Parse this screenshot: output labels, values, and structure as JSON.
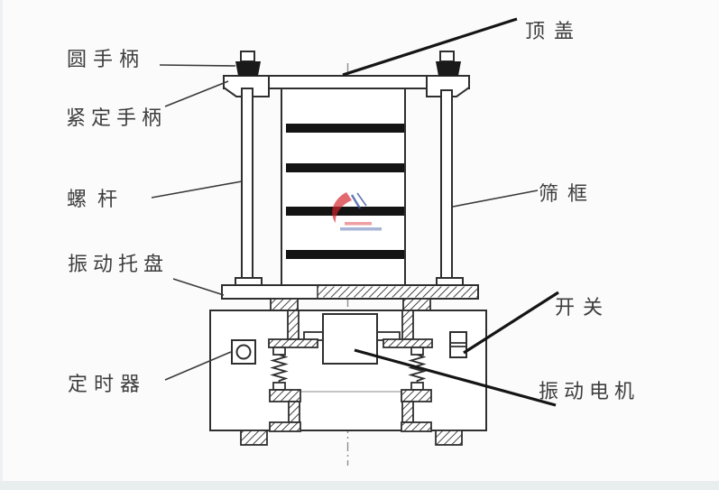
{
  "diagram": {
    "type": "technical-drawing",
    "labels": {
      "top_cover": "顶盖",
      "round_handle": "圆手柄",
      "tightening_handle": "紧定手柄",
      "screw_rod": "螺杆",
      "sieve_frame": "筛框",
      "vibration_tray": "振动托盘",
      "switch": "开关",
      "timer": "定时器",
      "vibration_motor": "振动电机"
    },
    "colors": {
      "background": "#fbfbfb",
      "line": "#2f2f2f",
      "label_text": "#3e3e3e",
      "sieve_band": "#141414",
      "footer_band": "#e8edee",
      "watermark_red": "#d5252c",
      "watermark_blue": "#3956a3"
    }
  }
}
